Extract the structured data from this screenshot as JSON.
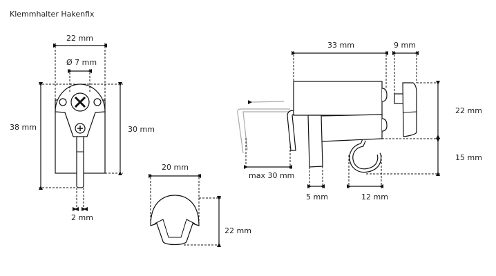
{
  "title": "Klemmhalter Hakenfix",
  "labels": {
    "width_22": "22 mm",
    "diameter_7": "Ø 7 mm",
    "height_38": "38 mm",
    "height_30": "30 mm",
    "pin_2": "2 mm",
    "cap_width_20": "20 mm",
    "cap_height_22": "22 mm",
    "depth_33": "33 mm",
    "knob_9": "9 mm",
    "side_height_22": "22 mm",
    "hook_15": "15 mm",
    "clamp_max_30": "max 30 mm",
    "stem_5": "5 mm",
    "hook_12": "12 mm"
  }
}
